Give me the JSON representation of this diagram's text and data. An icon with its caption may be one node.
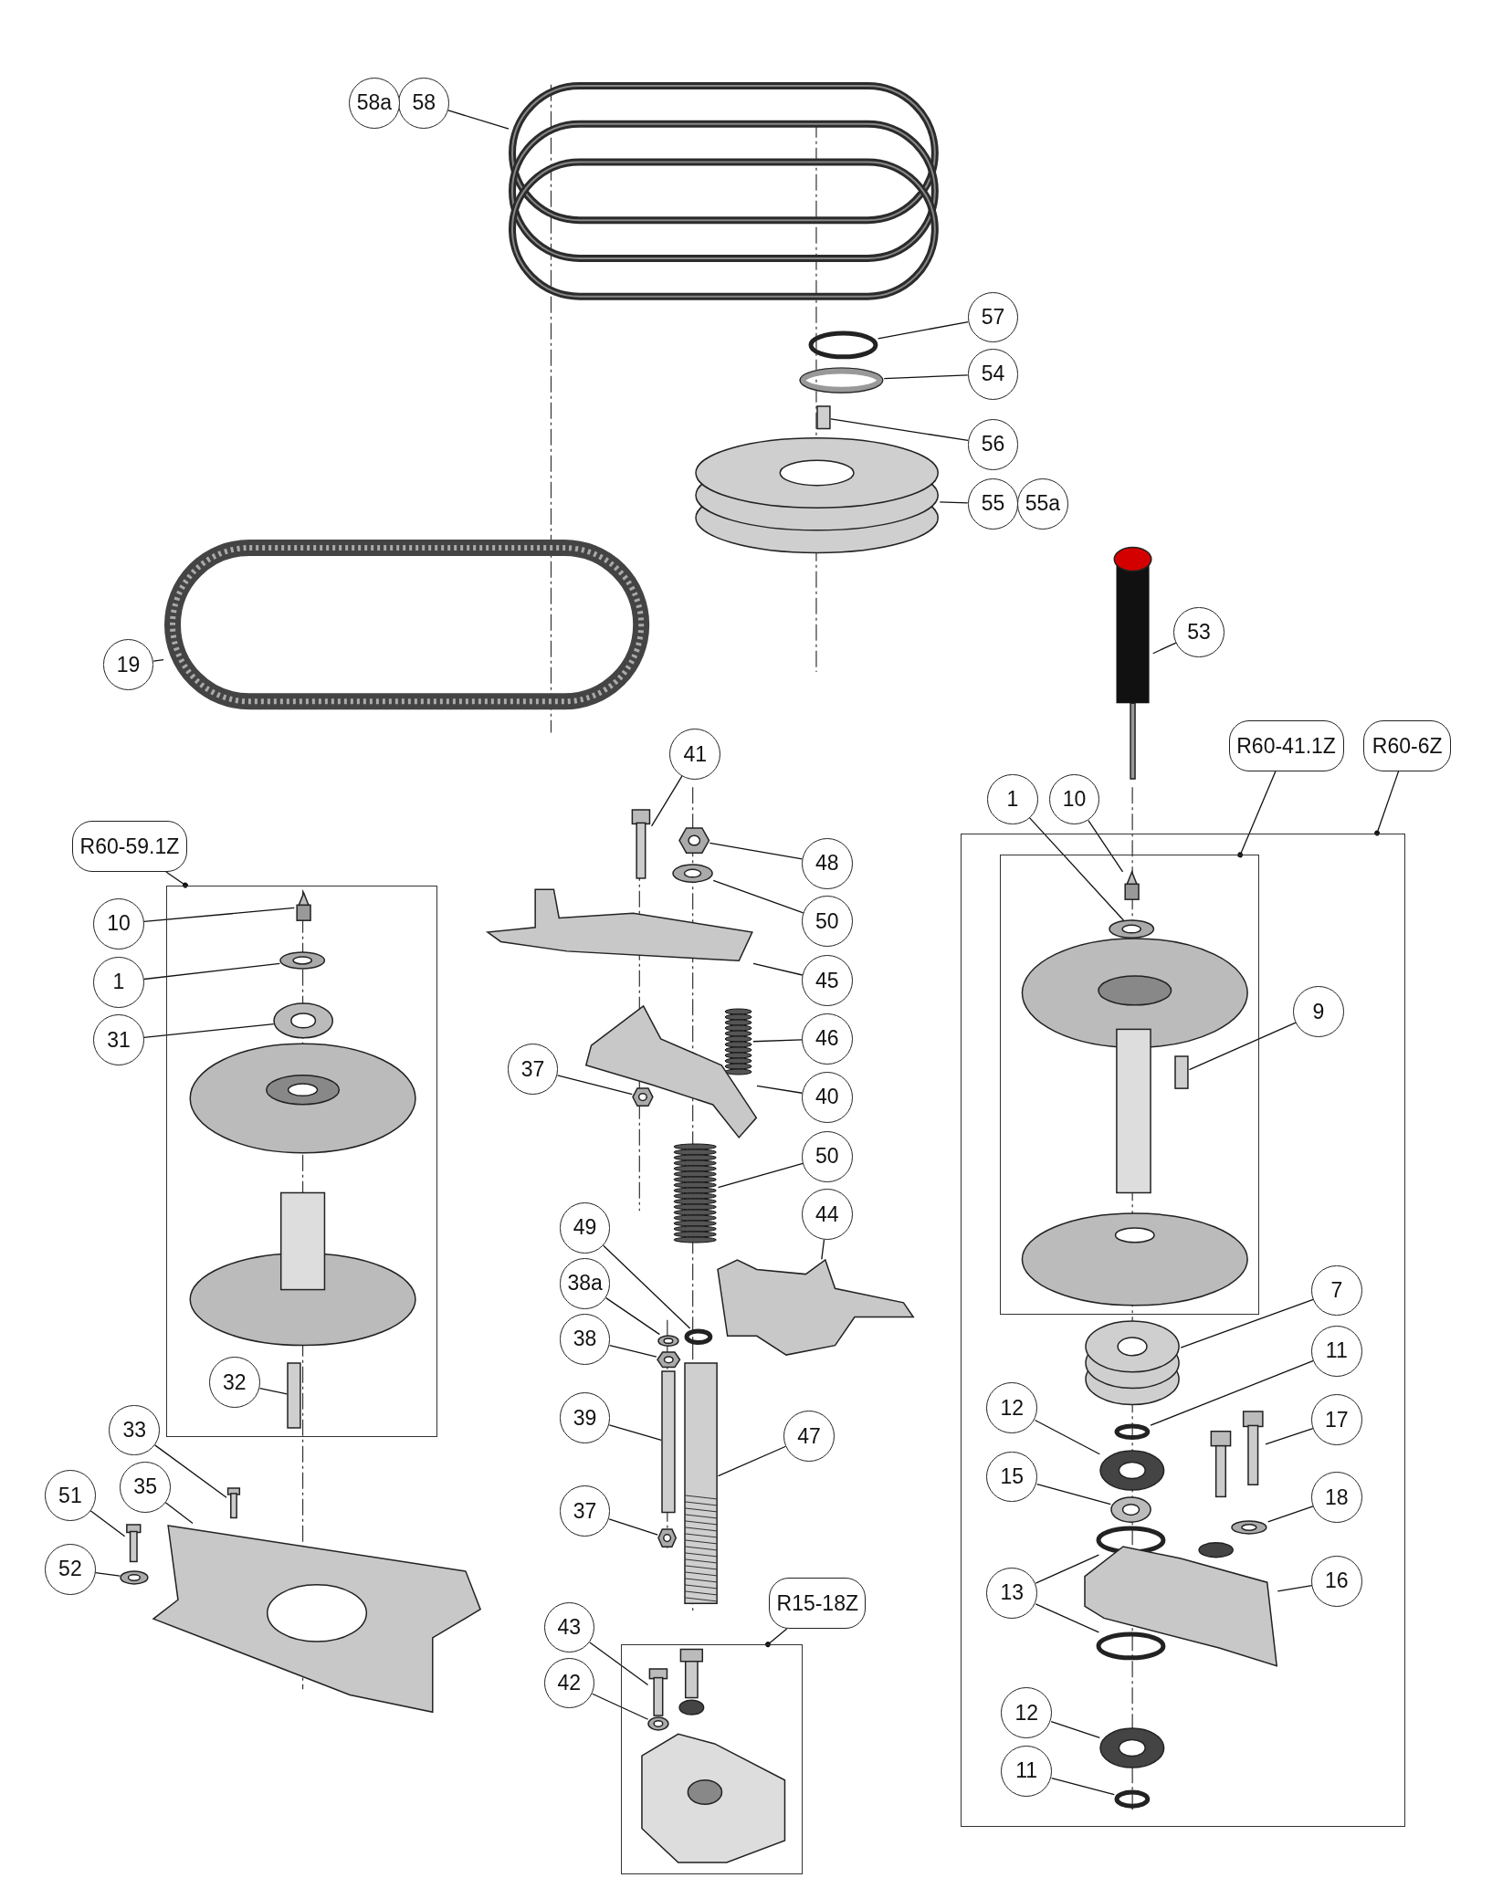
{
  "diagram": {
    "nodes": [
      {
        "text": [
          "58"
        ]
      },
      {
        "text": [],
        "shape": "ring"
      },
      {
        "text": [
          "57"
        ]
      },
      {
        "text": [],
        "shape": "ring"
      },
      {
        "text": [
          "54"
        ]
      },
      {
        "text": [],
        "shape": "ring"
      },
      {
        "text": [
          "56"
        ]
      },
      {
        "text": [],
        "shape": "bar"
      },
      {
        "text": [
          "55"
        ]
      },
      {
        "text": [],
        "shape": "cylinder"
      },
      {
        "text": [
          "19"
        ]
      },
      {
        "text": [],
        "shape": "ring"
      },
      {
        "text": [
          "53"
        ]
      },
      {
        "text": [],
        "shape": "bar"
      },
      {
        "text": [
          "R60-59.1Z"
        ]
      },
      {
        "text": [],
        "shape": "box"
      },
      {
        "text": [
          "10"
        ]
      },
      {
        "text": [],
        "shape": "bar",
        "in": 15
      },
      {
        "text": [
          "1"
        ]
      },
      {
        "text": [],
        "shape": "ring",
        "in": 15
      },
      {
        "text": [
          "31"
        ]
      },
      {
        "text": [],
        "shape": "ring",
        "in": 15
      },
      {
        "text": [
          "32"
        ],
        "in": 15
      },
      {
        "text": [],
        "shape": "bar",
        "in": 15
      },
      {
        "text": [
          "33"
        ]
      },
      {
        "text": [],
        "shape": "picture"
      },
      {
        "text": [
          "51"
        ]
      },
      {
        "text": [],
        "shape": "picture"
      },
      {
        "text": [
          "35"
        ]
      },
      {
        "text": [],
        "shape": "picture"
      },
      {
        "text": [
          "52"
        ]
      },
      {
        "text": [],
        "shape": "ring"
      },
      {
        "text": [
          "41"
        ]
      },
      {
        "text": [],
        "shape": "picture"
      },
      {
        "text": [
          "48"
        ]
      },
      {
        "text": [],
        "shape": "picture"
      },
      {
        "text": [
          "50"
        ]
      },
      {
        "text": [],
        "shape": "ring"
      },
      {
        "text": [
          "45"
        ]
      },
      {
        "text": [],
        "shape": "picture"
      },
      {
        "text": [
          "46"
        ]
      },
      {
        "text": [],
        "shape": "picture"
      },
      {
        "text": [
          "37"
        ]
      },
      {
        "text": [],
        "shape": "picture"
      },
      {
        "text": [
          "40"
        ]
      },
      {
        "text": [],
        "shape": "picture"
      },
      {
        "text": [
          "50"
        ]
      },
      {
        "text": [],
        "shape": "picture"
      },
      {
        "text": [
          "44"
        ]
      },
      {
        "text": [],
        "shape": "picture"
      },
      {
        "text": [
          "49"
        ]
      },
      {
        "text": [],
        "shape": "ring"
      },
      {
        "text": [
          "38a"
        ]
      },
      {
        "text": [],
        "shape": "ring"
      },
      {
        "text": [
          "38"
        ]
      },
      {
        "text": [],
        "shape": "picture"
      },
      {
        "text": [
          "39"
        ]
      },
      {
        "text": [],
        "shape": "bar"
      },
      {
        "text": [
          "47"
        ]
      },
      {
        "text": [],
        "shape": "bar"
      },
      {
        "text": [
          "37"
        ]
      },
      {
        "text": [],
        "shape": "picture"
      },
      {
        "text": [
          "R15-18Z"
        ]
      },
      {
        "text": [],
        "shape": "box"
      },
      {
        "text": [
          "43"
        ]
      },
      {
        "text": [],
        "shape": "picture",
        "in": 63
      },
      {
        "text": [
          "42"
        ]
      },
      {
        "text": [],
        "shape": "ring",
        "in": 63
      },
      {
        "text": [
          "R60-41.1Z"
        ]
      },
      {
        "text": [
          "R60-6Z"
        ]
      },
      {
        "text": [],
        "shape": "box"
      },
      {
        "text": [],
        "shape": "box",
        "in": 70
      },
      {
        "text": [
          "1"
        ]
      },
      {
        "text": [],
        "shape": "ring",
        "in": 71
      },
      {
        "text": [
          "10"
        ]
      },
      {
        "text": [],
        "shape": "bar",
        "in": 71
      },
      {
        "text": [
          "9"
        ],
        "in": 70
      },
      {
        "text": [],
        "shape": "bar",
        "in": 71
      },
      {
        "text": [
          "7"
        ],
        "in": 70
      },
      {
        "text": [],
        "shape": "cylinder",
        "in": 70
      },
      {
        "text": [
          "11"
        ],
        "in": 70
      },
      {
        "text": [],
        "shape": "ring",
        "in": 70
      },
      {
        "text": [
          "12"
        ],
        "in": 70
      },
      {
        "text": [],
        "shape": "ring",
        "in": 70
      },
      {
        "text": [
          "17"
        ],
        "in": 70
      },
      {
        "text": [],
        "shape": "picture",
        "in": 70
      },
      {
        "text": [
          "15"
        ],
        "in": 70
      },
      {
        "text": [],
        "shape": "ring",
        "in": 70
      },
      {
        "text": [
          "18"
        ],
        "in": 70
      },
      {
        "text": [],
        "shape": "ring",
        "in": 70
      },
      {
        "text": [
          "13"
        ],
        "in": 70
      },
      {
        "text": [],
        "shape": "ring",
        "in": 70
      },
      {
        "text": [],
        "shape": "ring",
        "in": 70
      },
      {
        "text": [
          "16"
        ],
        "in": 70
      },
      {
        "text": [],
        "shape": "picture",
        "in": 70
      },
      {
        "text": [
          "12"
        ],
        "in": 70
      },
      {
        "text": [],
        "shape": "ring",
        "in": 70
      },
      {
        "text": [
          "11"
        ],
        "in": 70
      },
      {
        "text": [],
        "shape": "ring",
        "in": 70
      },
      {
        "text": [
          "58a"
        ]
      },
      {
        "text": [
          "55a"
        ]
      }
    ],
    "edges": [
      {
        "from": 0,
        "to": 1,
        "arrow": "none"
      },
      {
        "from": 2,
        "to": 3,
        "arrow": "none"
      },
      {
        "from": 4,
        "to": 5,
        "arrow": "none"
      },
      {
        "from": 6,
        "to": 7,
        "arrow": "none"
      },
      {
        "from": 8,
        "to": 9,
        "arrow": "none"
      },
      {
        "from": 10,
        "to": 11,
        "arrow": "none"
      },
      {
        "from": 12,
        "to": 13,
        "arrow": "none"
      },
      {
        "from": 14,
        "to": 15,
        "arrow": "other"
      },
      {
        "from": 16,
        "to": 17,
        "arrow": "none"
      },
      {
        "from": 18,
        "to": 19,
        "arrow": "none"
      },
      {
        "from": 20,
        "to": 21,
        "arrow": "none"
      },
      {
        "from": 22,
        "to": 23,
        "arrow": "none"
      },
      {
        "from": 24,
        "to": 25,
        "arrow": "none"
      },
      {
        "from": 26,
        "to": 27,
        "arrow": "none"
      },
      {
        "from": 28,
        "to": 29,
        "arrow": "none"
      },
      {
        "from": 30,
        "to": 31,
        "arrow": "none"
      },
      {
        "from": 32,
        "to": 33,
        "arrow": "none"
      },
      {
        "from": 34,
        "to": 35,
        "arrow": "none"
      },
      {
        "from": 36,
        "to": 37,
        "arrow": "none"
      },
      {
        "from": 38,
        "to": 39,
        "arrow": "none"
      },
      {
        "from": 40,
        "to": 41,
        "arrow": "none"
      },
      {
        "from": 42,
        "to": 43,
        "arrow": "none"
      },
      {
        "from": 44,
        "to": 45,
        "arrow": "none"
      },
      {
        "from": 46,
        "to": 47,
        "arrow": "none"
      },
      {
        "from": 48,
        "to": 49,
        "arrow": "none"
      },
      {
        "from": 50,
        "to": 51,
        "arrow": "none"
      },
      {
        "from": 52,
        "to": 53,
        "arrow": "none"
      },
      {
        "from": 54,
        "to": 55,
        "arrow": "none"
      },
      {
        "from": 56,
        "to": 57,
        "arrow": "none"
      },
      {
        "from": 58,
        "to": 59,
        "arrow": "none"
      },
      {
        "from": 60,
        "to": 61,
        "arrow": "none"
      },
      {
        "from": 62,
        "to": 63,
        "arrow": "other"
      },
      {
        "from": 64,
        "to": 65,
        "arrow": "none"
      },
      {
        "from": 66,
        "to": 67,
        "arrow": "none"
      },
      {
        "from": 68,
        "to": 71,
        "arrow": "other"
      },
      {
        "from": 69,
        "to": 70,
        "arrow": "other"
      },
      {
        "from": 72,
        "to": 73,
        "arrow": "none"
      },
      {
        "from": 74,
        "to": 75,
        "arrow": "none"
      },
      {
        "from": 76,
        "to": 77,
        "arrow": "none"
      },
      {
        "from": 78,
        "to": 79,
        "arrow": "none"
      },
      {
        "from": 80,
        "to": 81,
        "arrow": "none"
      },
      {
        "from": 82,
        "to": 83,
        "arrow": "none"
      },
      {
        "from": 84,
        "to": 85,
        "arrow": "none"
      },
      {
        "from": 86,
        "to": 87,
        "arrow": "none"
      },
      {
        "from": 88,
        "to": 89,
        "arrow": "none"
      },
      {
        "from": 90,
        "to": 91,
        "arrow": "none"
      },
      {
        "from": 90,
        "to": 92,
        "arrow": "none"
      },
      {
        "from": 93,
        "to": 94,
        "arrow": "none"
      },
      {
        "from": 95,
        "to": 96,
        "arrow": "none"
      },
      {
        "from": 97,
        "to": 98,
        "arrow": "none"
      }
    ]
  }
}
